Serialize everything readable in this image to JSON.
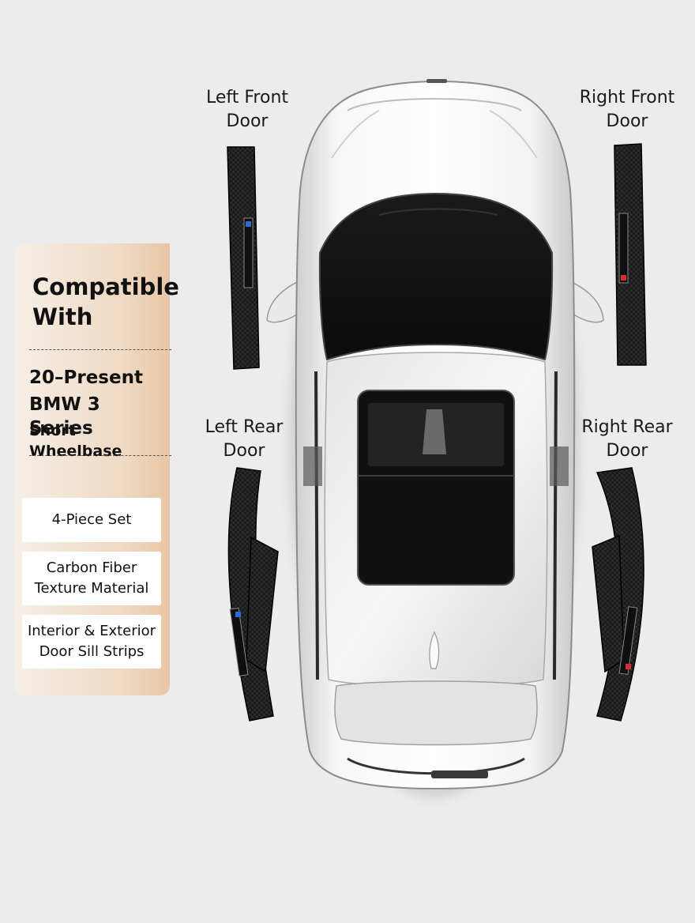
{
  "labels": {
    "left_front": "Left Front\nDoor",
    "right_front": "Right Front\nDoor",
    "left_rear": "Left Rear\nDoor",
    "right_rear": "Right Rear\nDoor"
  },
  "panel": {
    "title": "Compatible\nWith",
    "model_line1": "20–Present",
    "model_line2": "BMW 3 Series",
    "model_line3": "Short Wheelbase",
    "features": [
      "4-Piece Set",
      "Carbon Fiber\nTexture Material",
      "Interior & Exterior\nDoor Sill Strips"
    ]
  },
  "colors": {
    "background": "#ececec",
    "panel_gradient_start": "#f6efe7",
    "panel_gradient_end": "#e7c6a5",
    "carbon": "#1c1c1c",
    "car_body": "#f4f4f4"
  }
}
